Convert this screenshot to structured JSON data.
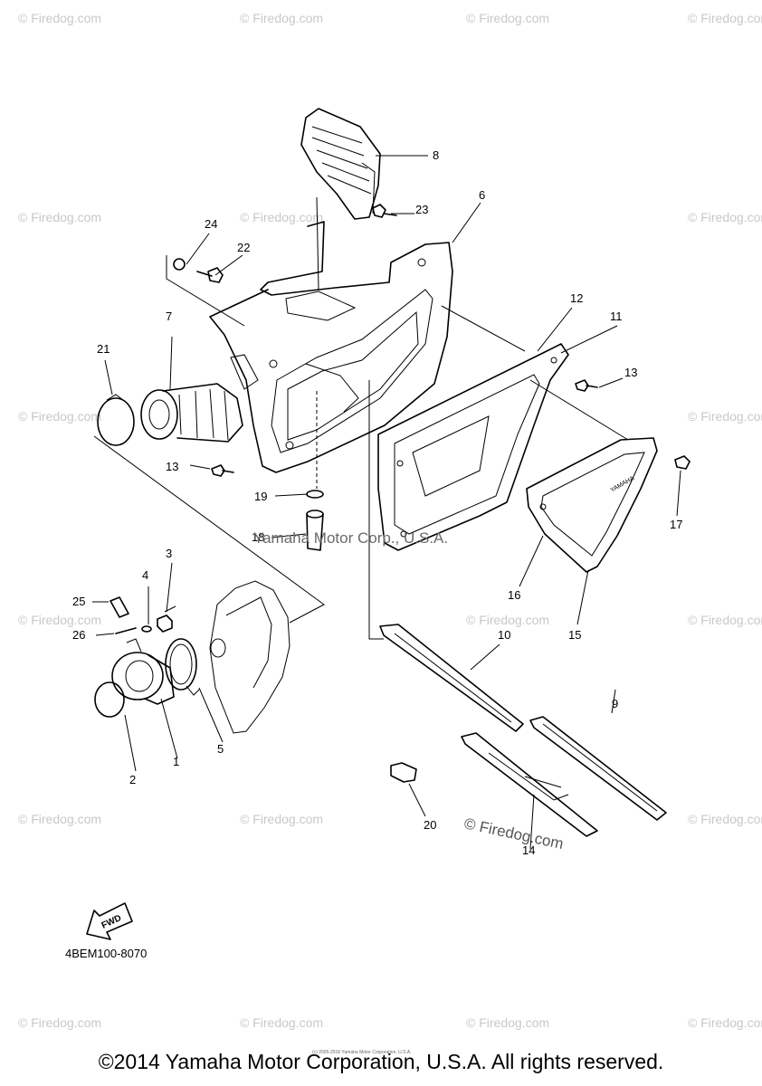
{
  "diagram": {
    "code": "4BEM100-8070",
    "fwd_label": "FWD",
    "center_watermark": "Yamaha Motor Corp., U.S.A.",
    "firedog_mark": "© Firedog.com",
    "tiny_print": "(c) 2005-2016 Yamaha Motor Corporation, U.S.A.",
    "copyright": "©2014 Yamaha Motor Corporation, U.S.A. All rights reserved."
  },
  "callouts": [
    {
      "id": "c1",
      "label": "1"
    },
    {
      "id": "c2",
      "label": "2"
    },
    {
      "id": "c3",
      "label": "3"
    },
    {
      "id": "c4",
      "label": "4"
    },
    {
      "id": "c5",
      "label": "5"
    },
    {
      "id": "c6",
      "label": "6"
    },
    {
      "id": "c7",
      "label": "7"
    },
    {
      "id": "c8",
      "label": "8"
    },
    {
      "id": "c9",
      "label": "9"
    },
    {
      "id": "c10",
      "label": "10"
    },
    {
      "id": "c11",
      "label": "11"
    },
    {
      "id": "c12",
      "label": "12"
    },
    {
      "id": "c13a",
      "label": "13"
    },
    {
      "id": "c13b",
      "label": "13"
    },
    {
      "id": "c14",
      "label": "14"
    },
    {
      "id": "c15",
      "label": "15"
    },
    {
      "id": "c16",
      "label": "16"
    },
    {
      "id": "c17",
      "label": "17"
    },
    {
      "id": "c18",
      "label": "18"
    },
    {
      "id": "c19",
      "label": "19"
    },
    {
      "id": "c20",
      "label": "20"
    },
    {
      "id": "c21",
      "label": "21"
    },
    {
      "id": "c22",
      "label": "22"
    },
    {
      "id": "c23",
      "label": "23"
    },
    {
      "id": "c24",
      "label": "24"
    },
    {
      "id": "c25",
      "label": "25"
    },
    {
      "id": "c26",
      "label": "26"
    }
  ],
  "colors": {
    "line": "#000000",
    "watermark": "#c8c8c8",
    "background": "#ffffff"
  }
}
